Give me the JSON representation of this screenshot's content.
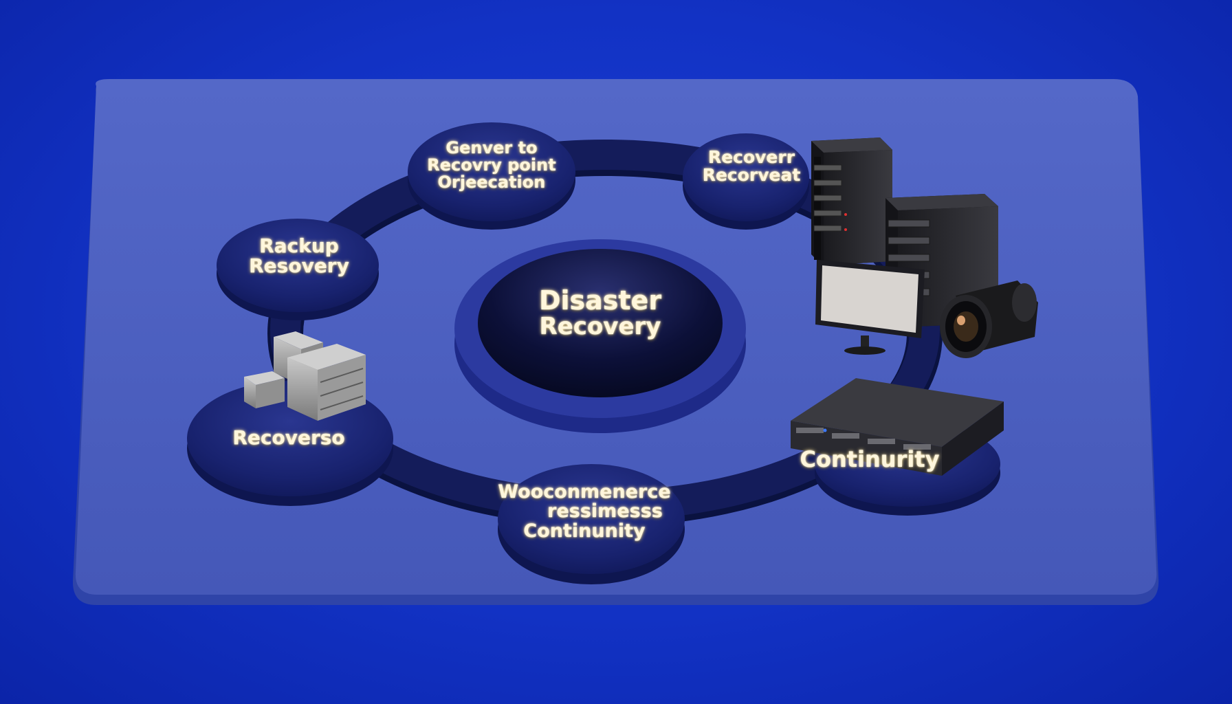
{
  "diagram": {
    "center": {
      "lines": [
        "Disaster",
        "Recovery"
      ]
    },
    "nodes": [
      {
        "id": "top",
        "lines": [
          "Genver to",
          "Recovry point",
          "Orjeecation"
        ]
      },
      {
        "id": "top-right",
        "lines": [
          "Recoverr",
          "Recorveat"
        ]
      },
      {
        "id": "left-upper",
        "lines": [
          "Rackup",
          "Resovery"
        ]
      },
      {
        "id": "left-lower",
        "lines": [
          "Recoverso"
        ]
      },
      {
        "id": "bottom",
        "lines": [
          "Wooconmenerce",
          "ressimesss",
          "Continunity"
        ]
      },
      {
        "id": "right-lower",
        "lines": [
          "Continurity"
        ]
      }
    ]
  },
  "colors": {
    "background": "#1232c4",
    "platform": "#4a5fc0",
    "node_fill": "#16206a",
    "ring_track": "#0e1644",
    "label_glow": "#ffe9a8"
  },
  "icons": [
    "server-rack-icon",
    "monitor-icon",
    "camera-lens-icon",
    "network-appliance-icon",
    "storage-drives-icon"
  ]
}
